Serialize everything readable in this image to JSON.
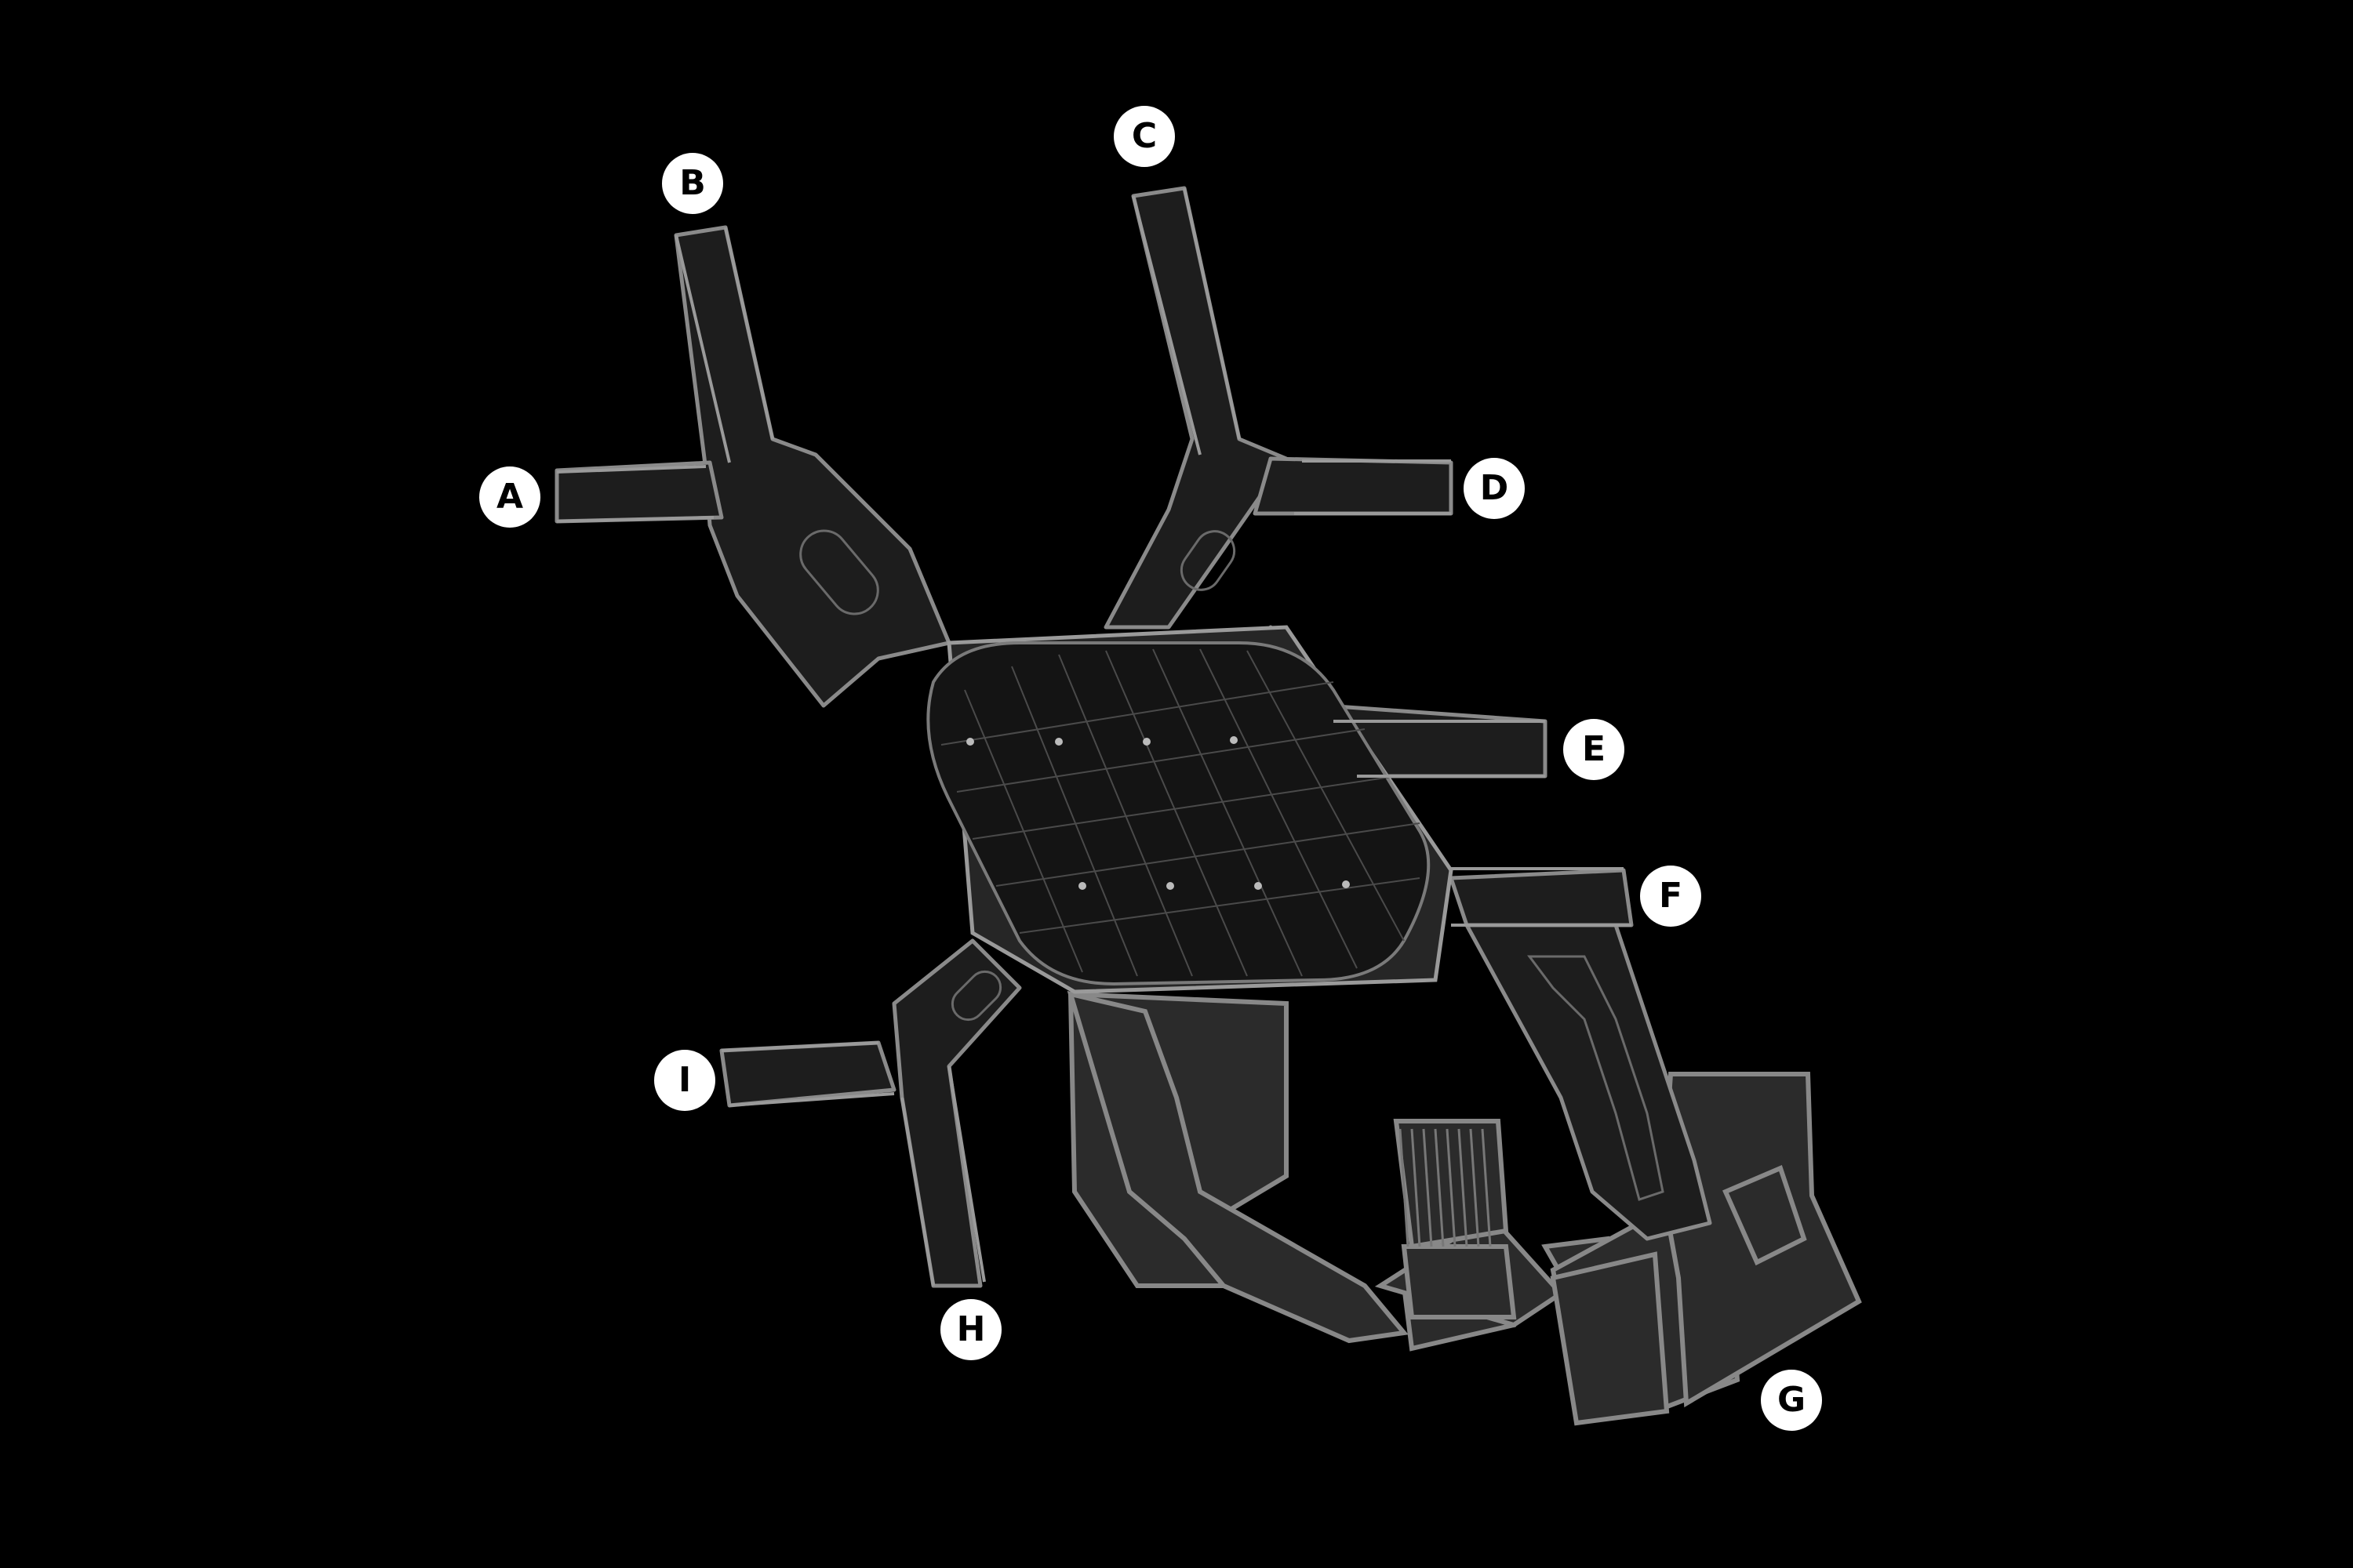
{
  "diagram": {
    "background": "#000000",
    "colors": {
      "floor": "#1b1b1b",
      "plaza": "#262626",
      "wall": "#8a8a8a",
      "annex": "#2a2a2a",
      "grid": "#4a4a4a"
    },
    "markers": [
      {
        "id": "A",
        "label": "A"
      },
      {
        "id": "B",
        "label": "B"
      },
      {
        "id": "C",
        "label": "C"
      },
      {
        "id": "D",
        "label": "D"
      },
      {
        "id": "E",
        "label": "E"
      },
      {
        "id": "F",
        "label": "F"
      },
      {
        "id": "G",
        "label": "G"
      },
      {
        "id": "H",
        "label": "H"
      },
      {
        "id": "I",
        "label": "I"
      }
    ]
  }
}
